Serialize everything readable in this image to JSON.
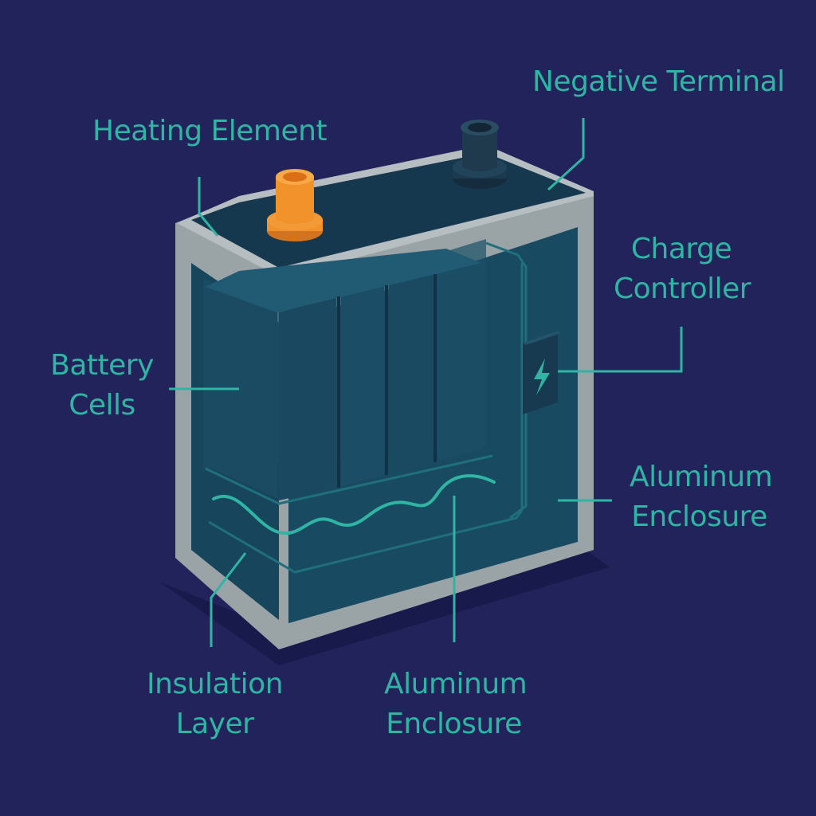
{
  "colors": {
    "background": "#22235a",
    "label_text": "#2fb5a3",
    "leader_line": "#2fb5a3",
    "enclosure_frame": "#9aa3a6",
    "battery_body": "#173f55",
    "heating_element": "#f2922a",
    "negative_terminal": "#1f3a4d"
  },
  "labels": {
    "heating_element": "Heating Element",
    "negative_terminal": "Negative Terminal",
    "charge_controller": [
      "Charge",
      "Controller"
    ],
    "battery_cells": [
      "Battery",
      "Cells"
    ],
    "aluminum_enclosure_right": [
      "Aluminum",
      "Enclosure"
    ],
    "insulation_layer": [
      "Insulation",
      "Layer"
    ],
    "aluminum_enclosure_bottom": [
      "Aluminum",
      "Enclosure"
    ]
  },
  "icons": {
    "charge_controller": "lightning-bolt-icon",
    "heating_wire": "wavy-heating-coil"
  }
}
